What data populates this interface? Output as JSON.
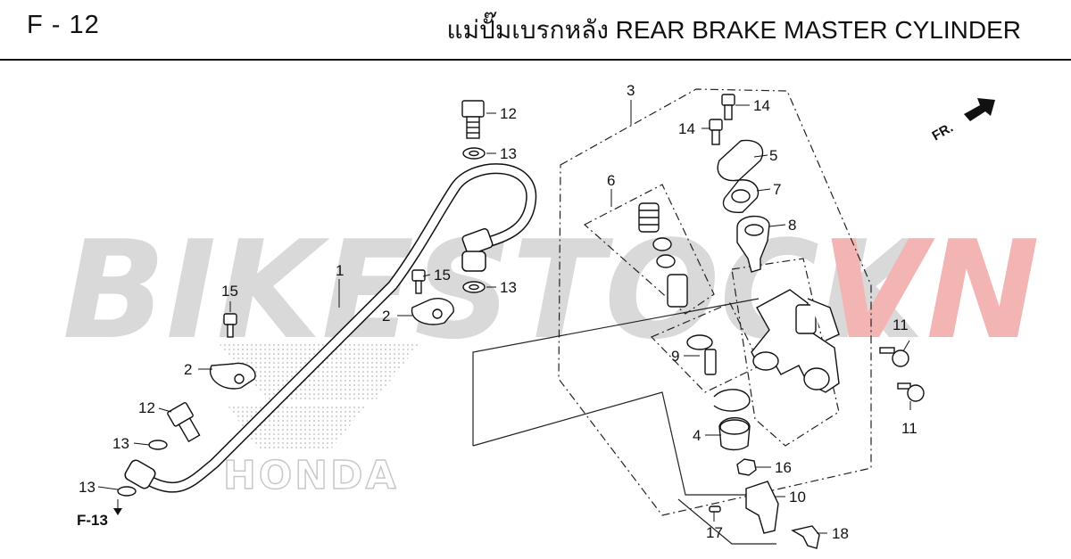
{
  "header": {
    "code": "F - 12",
    "title": "แม่ปั๊มเบรกหลัง  REAR BRAKE MASTER CYLINDER"
  },
  "watermark": {
    "part1": "BIKESTOCK",
    "part2": "VN",
    "brand_text": "HONDA",
    "colors": {
      "gray": "#d9d9d9",
      "red": "#f3b4b4",
      "dots": "#c8c8c8"
    }
  },
  "direction": {
    "label": "FR."
  },
  "refs": {
    "f13": "F-13"
  },
  "callouts": {
    "c1": "1",
    "c2a": "2",
    "c2b": "2",
    "c3": "3",
    "c4": "4",
    "c5": "5",
    "c6": "6",
    "c7": "7",
    "c8": "8",
    "c9": "9",
    "c10": "10",
    "c11a": "11",
    "c11b": "11",
    "c12a": "12",
    "c12b": "12",
    "c13a": "13",
    "c13b": "13",
    "c13c": "13",
    "c13d": "13",
    "c14a": "14",
    "c14b": "14",
    "c15a": "15",
    "c15b": "15",
    "c16": "16",
    "c17": "17",
    "c18": "18"
  }
}
